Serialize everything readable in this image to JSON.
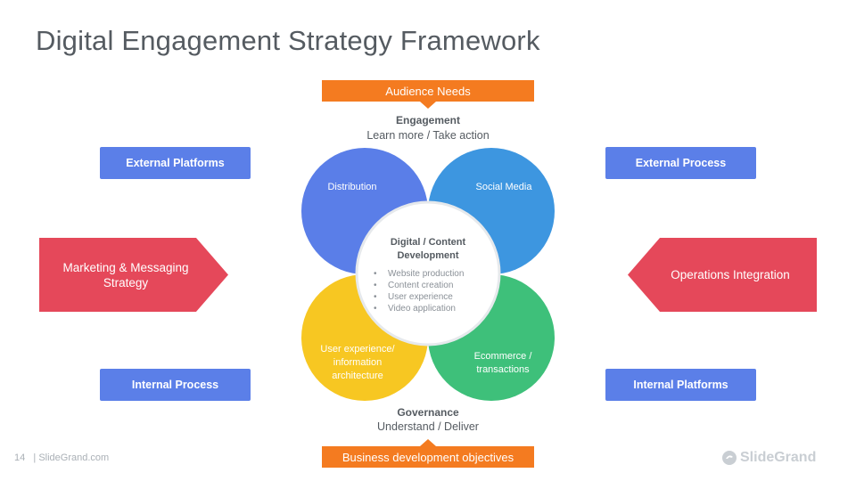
{
  "title": "Digital Engagement Strategy Framework",
  "top_banner": "Audience Needs",
  "bottom_banner": "Business development objectives",
  "engagement": {
    "heading": "Engagement",
    "sub": "Learn more / Take action"
  },
  "governance": {
    "heading": "Governance",
    "sub": "Understand  / Deliver"
  },
  "boxes": {
    "top_left": "External Platforms",
    "top_right": "External Process",
    "bottom_left": "Internal Process",
    "bottom_right": "Internal Platforms"
  },
  "arrows": {
    "left_line1": "Marketing & Messaging",
    "left_line2": "Strategy",
    "right": "Operations Integration"
  },
  "petals": {
    "distribution": "Distribution",
    "social_media": "Social Media",
    "ux_line1": "User experience/",
    "ux_line2": "information",
    "ux_line3": "architecture",
    "ecom_line1": "Ecommerce /",
    "ecom_line2": "transactions"
  },
  "center": {
    "title_line1": "Digital / Content",
    "title_line2": "Development",
    "items": [
      "Website production",
      "Content creation",
      "User experience",
      "Video application"
    ]
  },
  "colors": {
    "blue_petal": "#5a7ee8",
    "sky_petal": "#3d96e0",
    "yellow_petal": "#f7c722",
    "green_petal": "#3ec07a",
    "orange_banner": "#f47b20",
    "red_arrow": "#e5485a",
    "blue_box": "#5b7fe8"
  },
  "footer": {
    "page_number": "14",
    "site": "| SlideGrand.com",
    "logo_text": "SlideGrand"
  }
}
